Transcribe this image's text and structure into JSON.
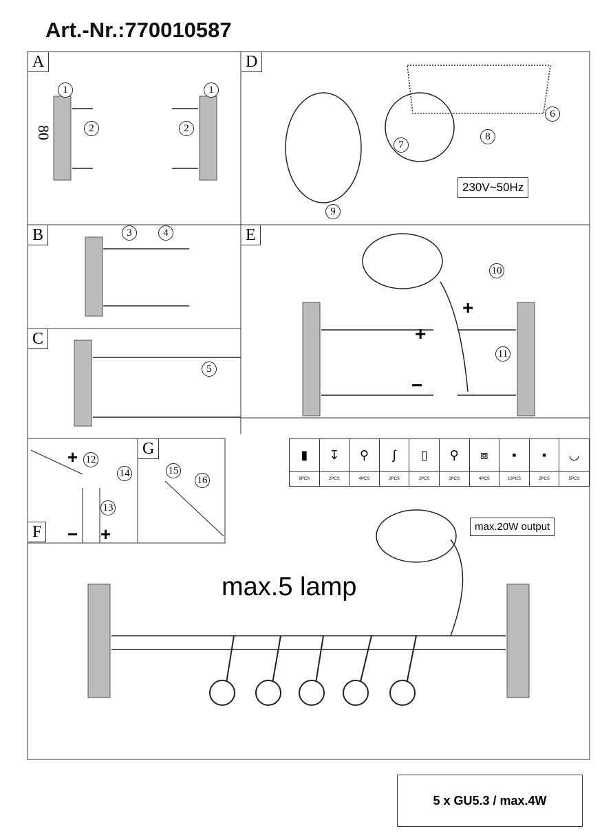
{
  "title": "Art.-Nr.:770010587",
  "panels": {
    "a": "A",
    "b": "B",
    "c": "C",
    "d": "D",
    "e": "E",
    "f": "F",
    "g": "G"
  },
  "step_numbers": [
    "1",
    "2",
    "3",
    "4",
    "5",
    "6",
    "7",
    "8",
    "9",
    "10",
    "11",
    "12",
    "13",
    "14",
    "15",
    "16"
  ],
  "dimension_label": "80",
  "voltage_label": "230V~50Hz",
  "output_label": "max.20W output",
  "lamp_label": "max.5 lamp",
  "spec_label": "5 x GU5.3 / max.4W",
  "polarity": {
    "plus": "+",
    "minus": "−"
  },
  "parts": [
    {
      "icon": "wall-plug-icon",
      "glyph": "▮",
      "count": "6PCS"
    },
    {
      "icon": "screw-icon",
      "glyph": "↧",
      "count": "2PCS"
    },
    {
      "icon": "eye-bolt-icon",
      "glyph": "⚲",
      "count": "4PCS"
    },
    {
      "icon": "hook-icon",
      "glyph": "ʃ",
      "count": "2PCS"
    },
    {
      "icon": "tensioner-icon",
      "glyph": "▯",
      "count": "2PCS"
    },
    {
      "icon": "eye-screw-icon",
      "glyph": "⚲",
      "count": "2PCS"
    },
    {
      "icon": "clamp-icon",
      "glyph": "⧈",
      "count": "4PCS"
    },
    {
      "icon": "cable-end-icon",
      "glyph": "▪",
      "count": "10PCS"
    },
    {
      "icon": "connector-icon",
      "glyph": "▪",
      "count": "2PCS"
    },
    {
      "icon": "spot-lamp-icon",
      "glyph": "◡",
      "count": "5PCS"
    }
  ]
}
